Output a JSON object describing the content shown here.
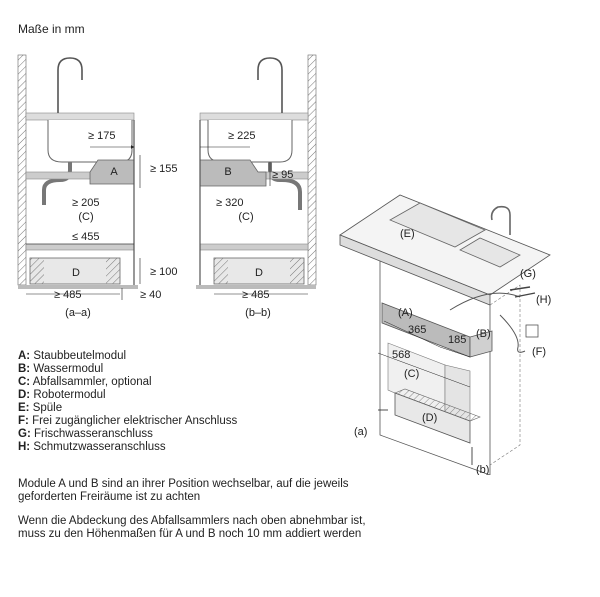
{
  "title": "Maße in mm",
  "left_view": {
    "dims": {
      "d175": "≥ 175",
      "d155": "≥ 155",
      "d205": "≥ 205",
      "d455": "≤ 455",
      "d100": "≥ 100",
      "d485": "≥ 485",
      "d40": "≥ 40"
    },
    "label_a": "A",
    "label_c": "(C)",
    "label_d": "D",
    "caption": "(a–a)"
  },
  "right_view": {
    "dims": {
      "d225": "≥ 225",
      "d95": "≥ 95",
      "d320": "≥ 320",
      "d485": "≥ 485"
    },
    "label_b": "B",
    "label_c": "(C)",
    "label_d": "D",
    "caption": "(b–b)"
  },
  "iso_view": {
    "labels": {
      "e": "(E)",
      "a": "(A)",
      "b": "(B)",
      "c": "(C)",
      "d": "(D)",
      "f": "(F)",
      "g": "(G)",
      "h": "(H)",
      "sec_a": "(a)",
      "sec_b": "(b)"
    },
    "dims": {
      "d365": "365",
      "d185": "185",
      "d568": "568"
    }
  },
  "legend": [
    {
      "key": "A:",
      "text": "Staubbeutelmodul"
    },
    {
      "key": "B:",
      "text": "Wassermodul"
    },
    {
      "key": "C:",
      "text": "Abfallsammler, optional"
    },
    {
      "key": "D:",
      "text": "Robotermodul"
    },
    {
      "key": "E:",
      "text": "Spüle"
    },
    {
      "key": "F:",
      "text": "Frei zugänglicher elektrischer Anschluss"
    },
    {
      "key": "G:",
      "text": "Frischwasseranschluss"
    },
    {
      "key": "H:",
      "text": "Schmutzwasseranschluss"
    }
  ],
  "note1": [
    "Module A und B sind an ihrer Position wechselbar, auf die jeweils",
    "geforderten Freiräume ist zu achten"
  ],
  "note2": [
    "Wenn die Abdeckung des Abfallsammlers nach oben abnehmbar ist,",
    "muss zu den Höhenmaßen für A und B noch 10 mm addiert werden"
  ]
}
